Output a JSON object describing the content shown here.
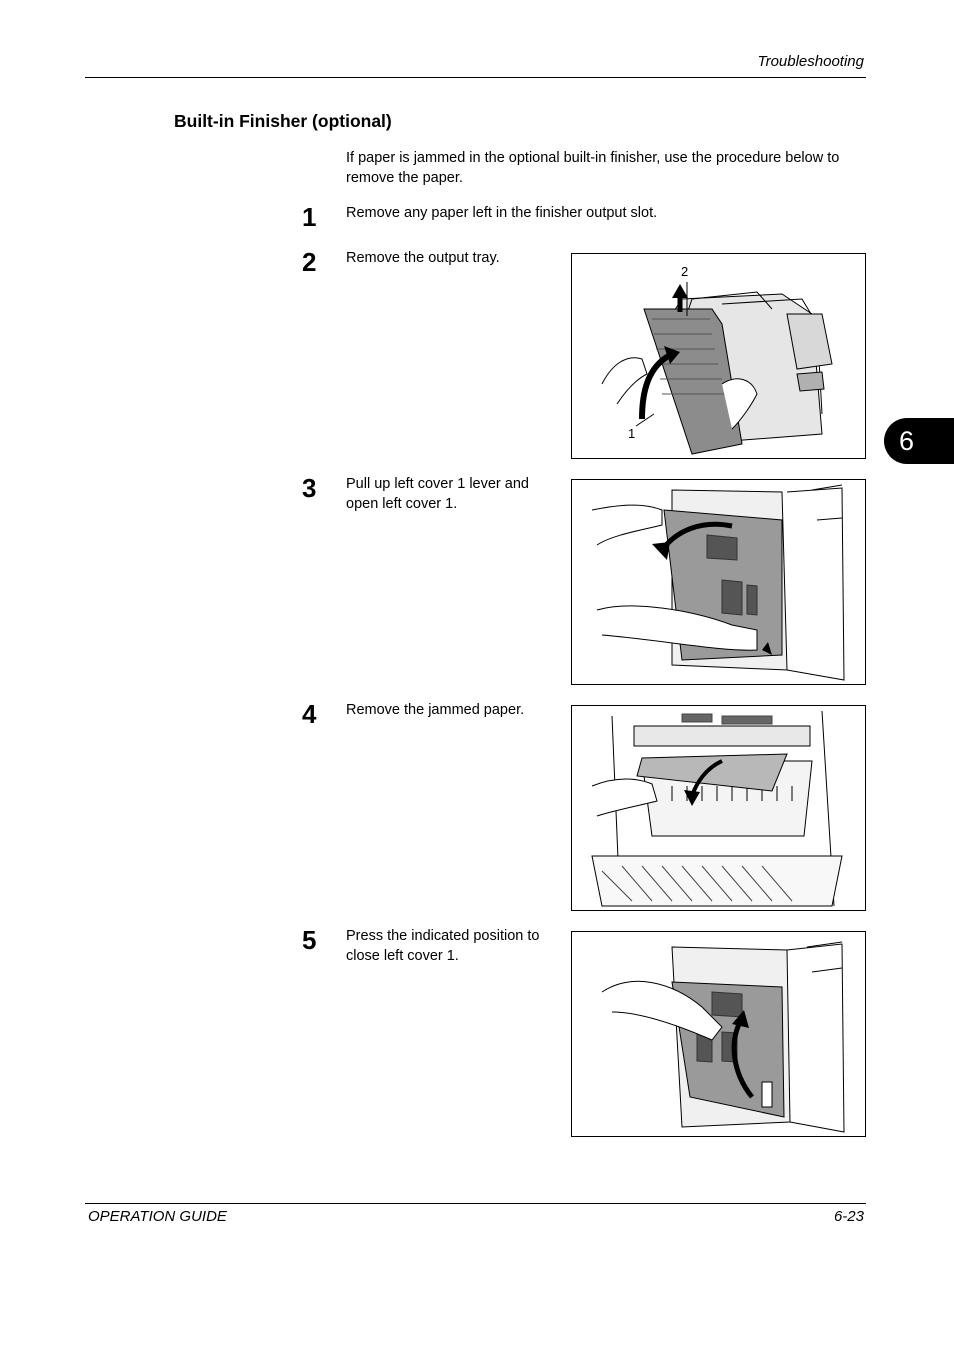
{
  "header": {
    "section": "Troubleshooting"
  },
  "chapter_tab": "6",
  "title": "Built-in Finisher (optional)",
  "intro": "If paper is jammed in the optional built-in finisher, use the procedure below to remove the paper.",
  "steps": [
    {
      "number": "1",
      "text": "Remove any paper left in the finisher output slot."
    },
    {
      "number": "2",
      "text": "Remove the output tray."
    },
    {
      "number": "3",
      "text": "Pull up left cover 1 lever and open left cover 1."
    },
    {
      "number": "4",
      "text": "Remove the jammed paper."
    },
    {
      "number": "5",
      "text": "Press the indicated position to close left cover 1."
    }
  ],
  "figure_labels": {
    "tray_label_1": "1",
    "tray_label_2": "2"
  },
  "footer": {
    "left": "OPERATION GUIDE",
    "right": "6-23"
  }
}
